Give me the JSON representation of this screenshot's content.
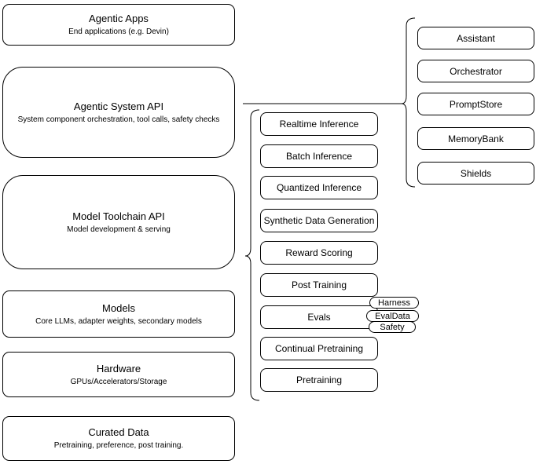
{
  "diagram": {
    "background_color": "#ffffff",
    "stroke_color": "#000000",
    "fill_color": "#ffffff",
    "text_color": "#000000"
  },
  "layers": [
    {
      "title": "Agentic Apps",
      "subtitle": "End applications (e.g. Devin)"
    },
    {
      "title": "Agentic System API",
      "subtitle": "System component orchestration, tool calls, safety checks"
    },
    {
      "title": "Model Toolchain API",
      "subtitle": "Model development & serving"
    },
    {
      "title": "Models",
      "subtitle": "Core LLMs, adapter weights, secondary models"
    },
    {
      "title": "Hardware",
      "subtitle": "GPUs/Accelerators/Storage"
    },
    {
      "title": "Curated Data",
      "subtitle": "Pretraining, preference, post training."
    }
  ],
  "toolchain_items": [
    "Realtime Inference",
    "Batch Inference",
    "Quantized Inference",
    "Synthetic Data Generation",
    "Reward Scoring",
    "Post Training",
    "Evals",
    "Continual Pretraining",
    "Pretraining"
  ],
  "system_components": [
    "Assistant",
    "Orchestrator",
    "PromptStore",
    "MemoryBank",
    "Shields"
  ],
  "eval_tags": [
    "Harness",
    "EvalData",
    "Safety"
  ]
}
